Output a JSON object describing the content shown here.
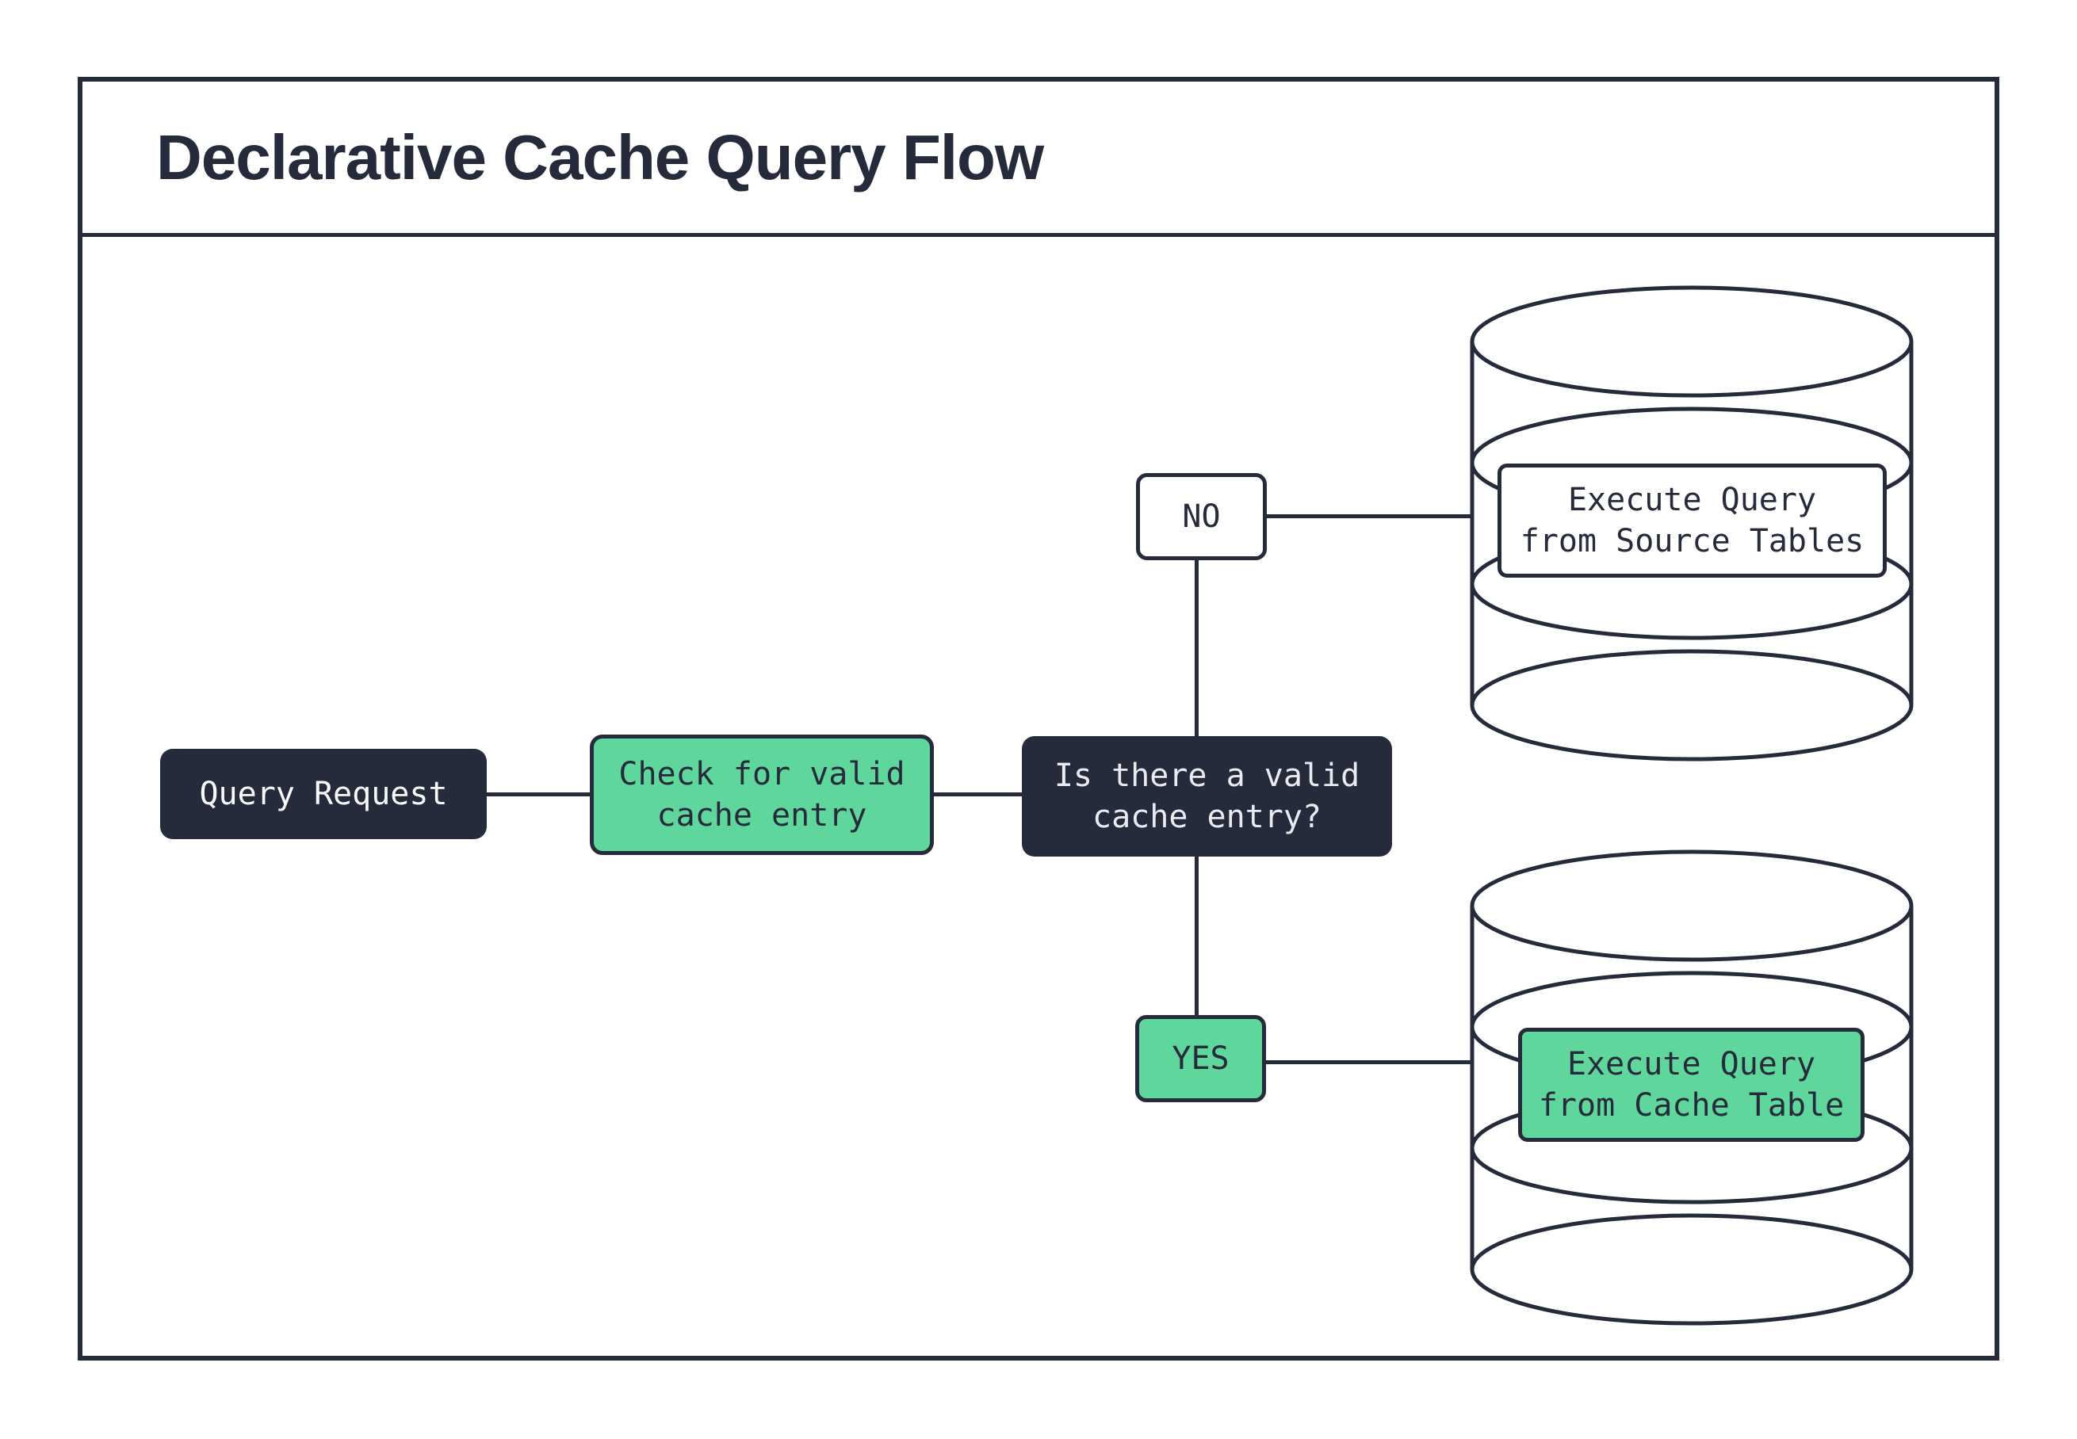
{
  "title": "Declarative Cache Query Flow",
  "flow": {
    "query_request": "Query Request",
    "check_cache": "Check for valid\ncache entry",
    "decision": "Is there a valid\ncache entry?",
    "branch_no": "NO",
    "branch_yes": "YES",
    "source_db_action": "Execute Query\nfrom Source Tables",
    "cache_db_action": "Execute Query\nfrom Cache Table"
  },
  "icons": {
    "source_database": "database-cylinder-icon",
    "cache_database": "database-cylinder-icon"
  },
  "colors": {
    "ink": "#262b3b",
    "green": "#5fd69b",
    "background": "#ffffff",
    "dark_node_text": "#e9ebf1",
    "query_request_text": "#fafbfc"
  }
}
